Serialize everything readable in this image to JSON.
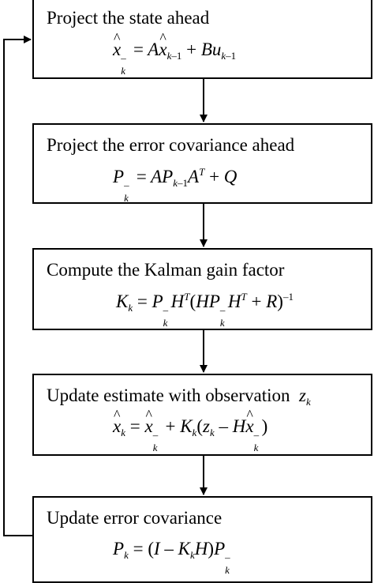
{
  "steps": [
    {
      "title": "Project the state ahead"
    },
    {
      "title": "Project the error covariance ahead"
    },
    {
      "title": "Compute the Kalman gain factor"
    },
    {
      "title": "Update estimate with observation",
      "title_var": "z",
      "title_sub": "k"
    },
    {
      "title": "Update error covariance"
    }
  ]
}
